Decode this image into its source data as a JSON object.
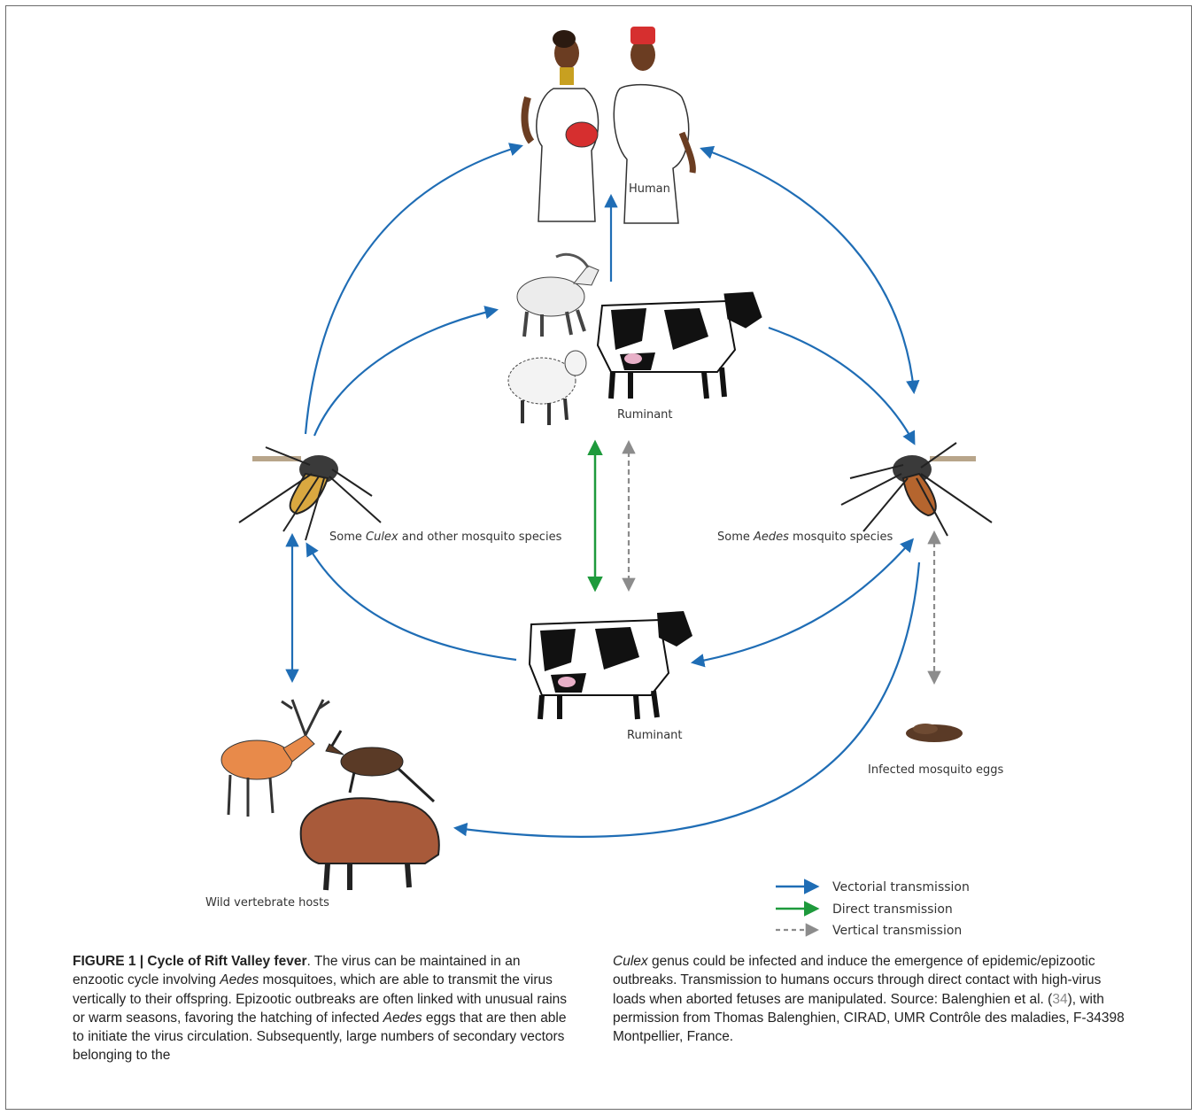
{
  "labels": {
    "human": "Human",
    "ruminant_top": "Ruminant",
    "ruminant_bottom": "Ruminant",
    "culex_pre": "Some ",
    "culex_italic": "Culex",
    "culex_post": " and other mosquito species",
    "aedes_pre": "Some ",
    "aedes_italic": "Aedes",
    "aedes_post": " mosquito species",
    "eggs": "Infected mosquito eggs",
    "wild": "Wild vertebrate hosts"
  },
  "legend": [
    {
      "label": "Vectorial transmission",
      "color": "#1f6db5",
      "style": "solid"
    },
    {
      "label": "Direct transmission",
      "color": "#1e9a3c",
      "style": "solid"
    },
    {
      "label": "Vertical transmission",
      "color": "#8c8c8c",
      "style": "dashed"
    }
  ],
  "icons": [
    "woman-icon",
    "man-icon",
    "goat-icon",
    "sheep-icon",
    "cow-icon",
    "culex-mosquito-icon",
    "aedes-mosquito-icon",
    "mosquito-eggs-icon",
    "deer-icon",
    "antelope-icon",
    "bison-icon"
  ],
  "caption": {
    "left": {
      "title": "FIGURE 1 | Cycle of Rift Valley fever",
      "t1": ". The virus can be maintained in an enzootic cycle involving ",
      "i1": "Aedes",
      "t2": " mosquitoes, which are able to transmit the virus vertically to their offspring. Epizootic outbreaks are often linked with unusual rains or warm seasons, favoring the hatching of infected ",
      "i2": "Aedes",
      "t3": " eggs that are then able to initiate the virus circulation. Subsequently, large numbers of secondary vectors belonging to the"
    },
    "right": {
      "i1": "Culex",
      "t1": " genus could be infected and induce the emergence of epidemic/epizootic outbreaks. Transmission to humans occurs through direct contact with high-virus loads when aborted fetuses are manipulated. Source: Balenghien et al. (",
      "ref": "34",
      "t2": "), with permission from Thomas Balenghien, CIRAD, UMR Contrôle des maladies, F-34398 Montpellier, France."
    }
  }
}
